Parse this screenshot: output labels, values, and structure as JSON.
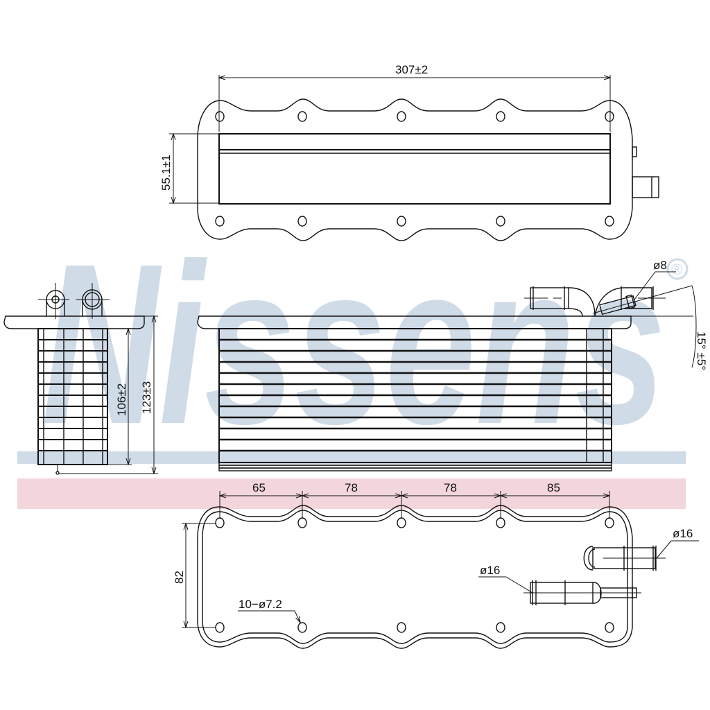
{
  "watermark": {
    "brand": "Nissens",
    "registered_mark": "®",
    "blue": "#cfdbe7",
    "pink": "#f3d6dc"
  },
  "top_view": {
    "length_dim": "307±2",
    "height_dim": "55.1±1"
  },
  "side_view": {
    "core_height_dim": "106±2",
    "total_height_dim": "123±3"
  },
  "front_view": {
    "pipe_dia_dim": "ø8",
    "angle_dim": "15° ±5°"
  },
  "bottom_view": {
    "spacing_dims": [
      "65",
      "78",
      "78",
      "85"
    ],
    "width_dim": "82",
    "holes_dim": "10−ø7.2",
    "outlet_dia_dim": "ø16",
    "inlet_dia_dim": "ø16"
  },
  "colors": {
    "line": "#111111"
  }
}
